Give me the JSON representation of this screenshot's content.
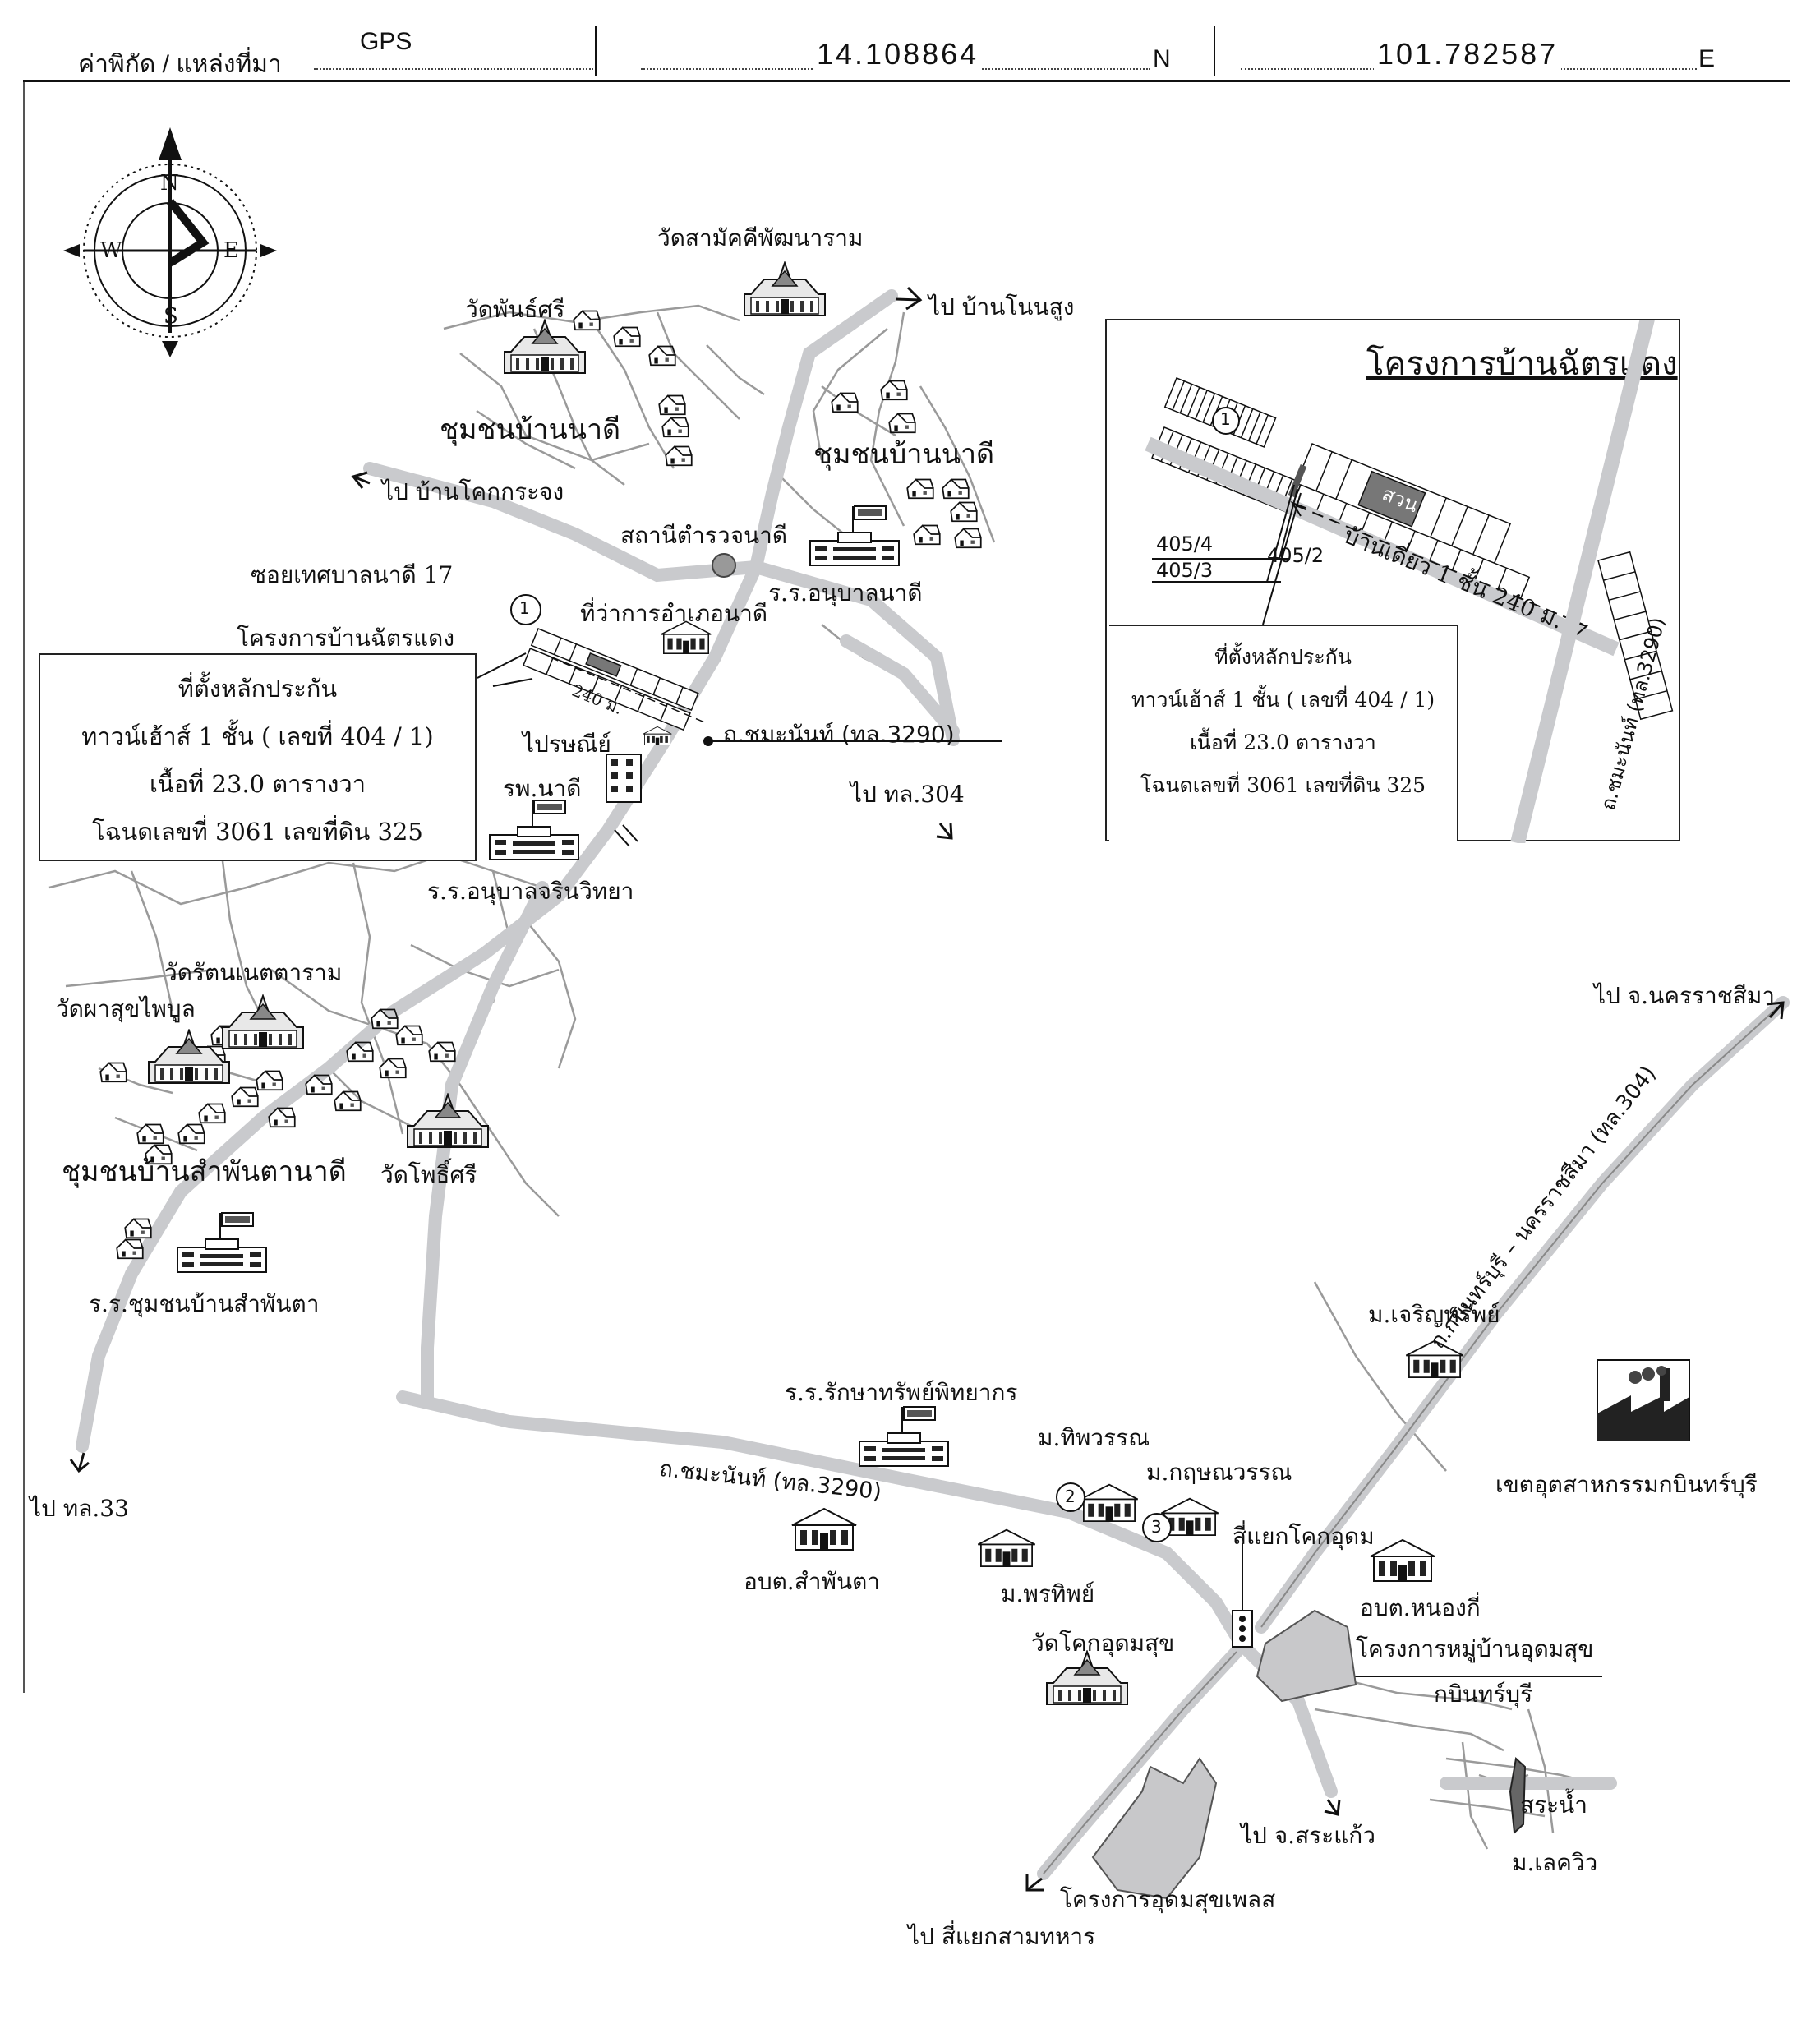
{
  "header": {
    "coord_label": "ค่าพิกัด / แหล่งที่มา",
    "source": "GPS",
    "latitude": "14.108864",
    "lat_suffix": "N",
    "longitude": "101.782587",
    "lon_suffix": "E"
  },
  "compass": {
    "n": "N",
    "s": "S",
    "e": "E",
    "w": "W"
  },
  "labels": {
    "wat_samakkhi": "วัดสามัคคีพัฒนาราม",
    "to_ban_non_sung": "ไป บ้านโนนสูง",
    "wat_phan_sri": "วัดพันธ์ศรี",
    "chumchon_na_di_1": "ชุมชนบ้านนาดี",
    "chumchon_na_di_2": "ชุมชนบ้านนาดี",
    "to_ban_khok_krachong": "ไป บ้านโคกกระจง",
    "police_station": "สถานีตำรวจนาดี",
    "soi_thetsaban": "ซอยเทศบาลนาดี 17",
    "rr_anuban_na_di": "ร.ร.อนุบาลนาดี",
    "project_label": "โครงการบ้านฉัตรแดง",
    "district_office": "ที่ว่าการอำเภอนาดี",
    "distance_240": "240 ม.",
    "post_office": "ไปรษณีย์",
    "road_chamanan": "ถ.ชมะนันท์ (ทล.3290)",
    "to_304": "ไป ทล.304",
    "hospital": "รพ.นาดี",
    "rr_anuban_jarin": "ร.ร.อนุบาลจรินวิทยา",
    "wat_rattanetta": "วัดรัตนเนตตาราม",
    "wat_pha_suk": "วัดผาสุขไพบูล",
    "chumchon_samphan": "ชุมชนบ้านสำพันตานาดี",
    "wat_pho_sri": "วัดโพธิ์ศรี",
    "rr_chumchon_samphan": "ร.ร.ชุมชนบ้านสำพันตา",
    "to_33": "ไป ทล.33",
    "to_nakhon_ratchasima": "ไป จ.นครราชสีมา",
    "road_kabin": "ถ.กบินทร์บุรี – นครราชสีมา (ทล.304)",
    "moo_charoen": "ม.เจริญทรัพย์",
    "industrial_estate": "เขตอุตสาหกรรมกบินทร์บุรี",
    "rr_raksa": "ร.ร.รักษาทรัพย์พิทยากร",
    "moo_thiphawan": "ม.ทิพวรรณ",
    "moo_krit": "ม.กฤษณวรรณ",
    "road_chamanan_2": "ถ.ชมะนันท์ (ทล.3290)",
    "obt_samphanta": "อบต.สำพันตา",
    "moo_phonthip": "ม.พรทิพย์",
    "sii_yaek_khok_udom": "สี่แยกโคกอุดม",
    "obt_nong_ki": "อบต.หนองกี่",
    "wat_khok_udom": "วัดโคกอุดมสุข",
    "project_udom_village": "โครงการหมู่บ้านอุดมสุข",
    "kabinburi": "กบินทร์บุรี",
    "pond": "สระน้ำ",
    "moo_lake_view": "ม.เลควิว",
    "to_sa_kaeo": "ไป จ.สระแก้ว",
    "project_udom_plus": "โครงการอุดมสุขเพลส",
    "to_sam_thahan": "ไป สี่แยกสามทหาร",
    "marker_1": "1",
    "marker_2": "2",
    "marker_3": "3"
  },
  "collateral_box": {
    "line1": "ที่ตั้งหลักประกัน",
    "line2": "ทาวน์เฮ้าส์  1 ชั้น ( เลขที่ 404 / 1)",
    "line3": "เนื้อที่ 23.0 ตารางวา",
    "line4": "โฉนดเลขที่ 3061 เลขที่ดิน 325"
  },
  "inset": {
    "title": "โครงการบ้านฉัตรแดง",
    "lot_a": "405/4",
    "lot_b": "405/3",
    "lot_c": "405/2",
    "garden": "สวน",
    "house_note": "บ้านเดี่ยว 1 ชั้น 240 ม.",
    "road": "ถ.ชมะนันท์ (ทล.3290)",
    "marker": "1",
    "box": {
      "line1": "ที่ตั้งหลักประกัน",
      "line2": "ทาวน์เฮ้าส์  1 ชั้น ( เลขที่ 404 / 1)",
      "line3": "เนื้อที่ 23.0 ตารางวา",
      "line4": "โฉนดเลขที่ 3061 เลขที่ดิน 325"
    }
  },
  "colors": {
    "road": "#c9cacd",
    "ink": "#111111",
    "area": "#c8c8ca"
  }
}
